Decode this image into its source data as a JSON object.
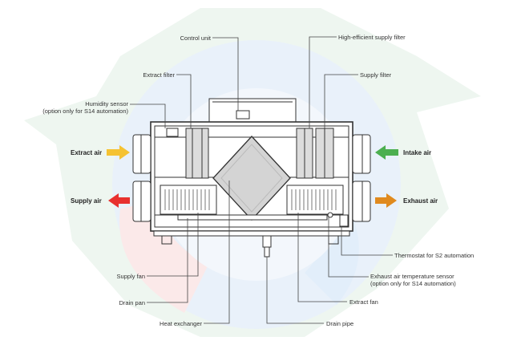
{
  "labels": {
    "control_unit": "Control unit",
    "hi_eff_filter": "High-efficient supply filter",
    "extract_filter": "Extract filter",
    "supply_filter": "Supply filter",
    "humidity_sensor_1": "Humidity sensor",
    "humidity_sensor_2": "(option only for S14 automation)",
    "thermostat": "Thermostat for S2 automation",
    "exhaust_temp_1": "Exhaust air temperature sensor",
    "exhaust_temp_2": "(option only for S14 automation)",
    "supply_fan": "Supply fan",
    "drain_pan": "Drain pan",
    "heat_exchanger": "Heat exchanger",
    "extract_fan": "Extract fan",
    "drain_pipe": "Drain pipe"
  },
  "flows": {
    "extract_air": "Extract air",
    "supply_air": "Supply air",
    "intake_air": "Intake air",
    "exhaust_air": "Exhaust air"
  },
  "colors": {
    "extract_air": "#f5c232",
    "supply_air": "#e8302f",
    "intake_air": "#4caf50",
    "exhaust_air": "#e08a1e",
    "line": "#333333",
    "watermark_green": "#e6f2e9",
    "watermark_blue": "#e3edf8",
    "watermark_red": "#fbe6e6"
  }
}
